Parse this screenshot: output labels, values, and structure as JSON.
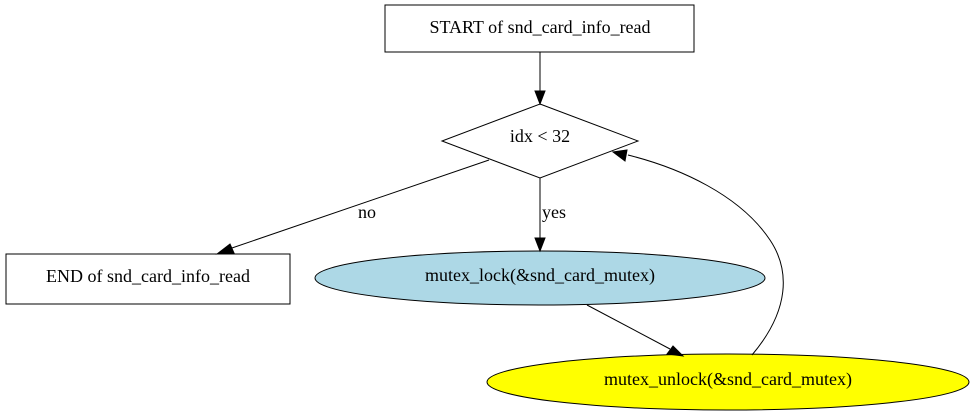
{
  "nodes": {
    "start": {
      "label": "START of snd_card_info_read",
      "fill": "#ffffff"
    },
    "cond": {
      "label": "idx < 32",
      "fill": "#ffffff"
    },
    "end": {
      "label": "END of snd_card_info_read",
      "fill": "#ffffff"
    },
    "lock": {
      "label": "mutex_lock(&snd_card_mutex)",
      "fill": "#add8e6"
    },
    "unlock": {
      "label": "mutex_unlock(&snd_card_mutex)",
      "fill": "#ffff00"
    }
  },
  "edges": {
    "no_label": "no",
    "yes_label": "yes"
  }
}
